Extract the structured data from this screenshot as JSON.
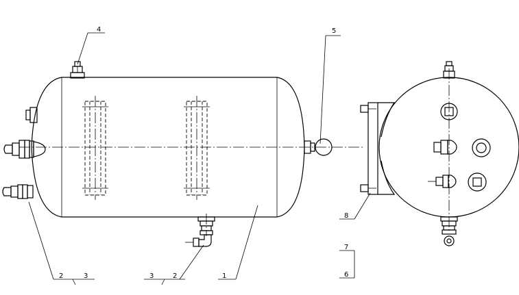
{
  "callouts": {
    "c1": "1",
    "c2a": "2",
    "c3a": "3",
    "c3b": "3",
    "c2b": "2",
    "c4": "4",
    "c5": "5",
    "c6": "6",
    "c7": "7",
    "c8": "8"
  }
}
